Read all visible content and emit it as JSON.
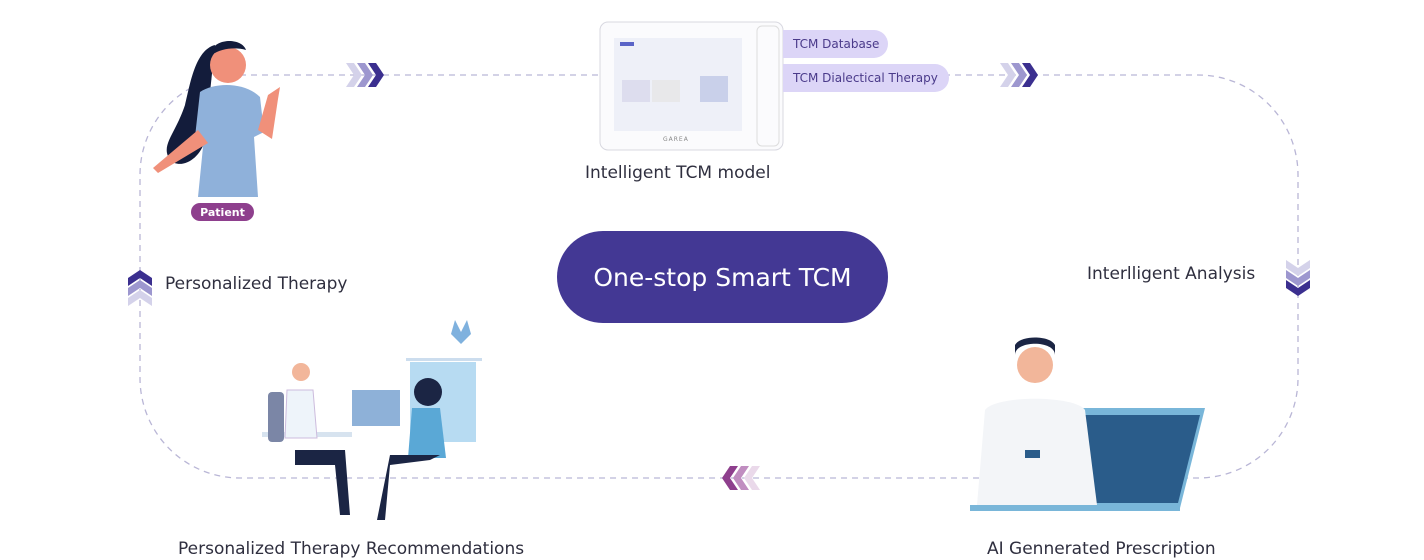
{
  "center_title": "One-stop Smart TCM",
  "model": {
    "label": "Intelligent TCM model",
    "brand": "GAREA",
    "tags": [
      "TCM Database",
      "TCM Dialectical Therapy"
    ]
  },
  "patient": {
    "badge": "Patient"
  },
  "steps": {
    "left": "Personalized Therapy",
    "right": "Interlligent Analysis",
    "bottom_left": "Personalized Therapy Recommendations",
    "bottom_right": "AI Gennerated Prescription"
  },
  "colors": {
    "primary": "#433894",
    "tag_bg": "#dcd5f7",
    "badge": "#8e3f8d",
    "dash": "#b9b6d6"
  }
}
